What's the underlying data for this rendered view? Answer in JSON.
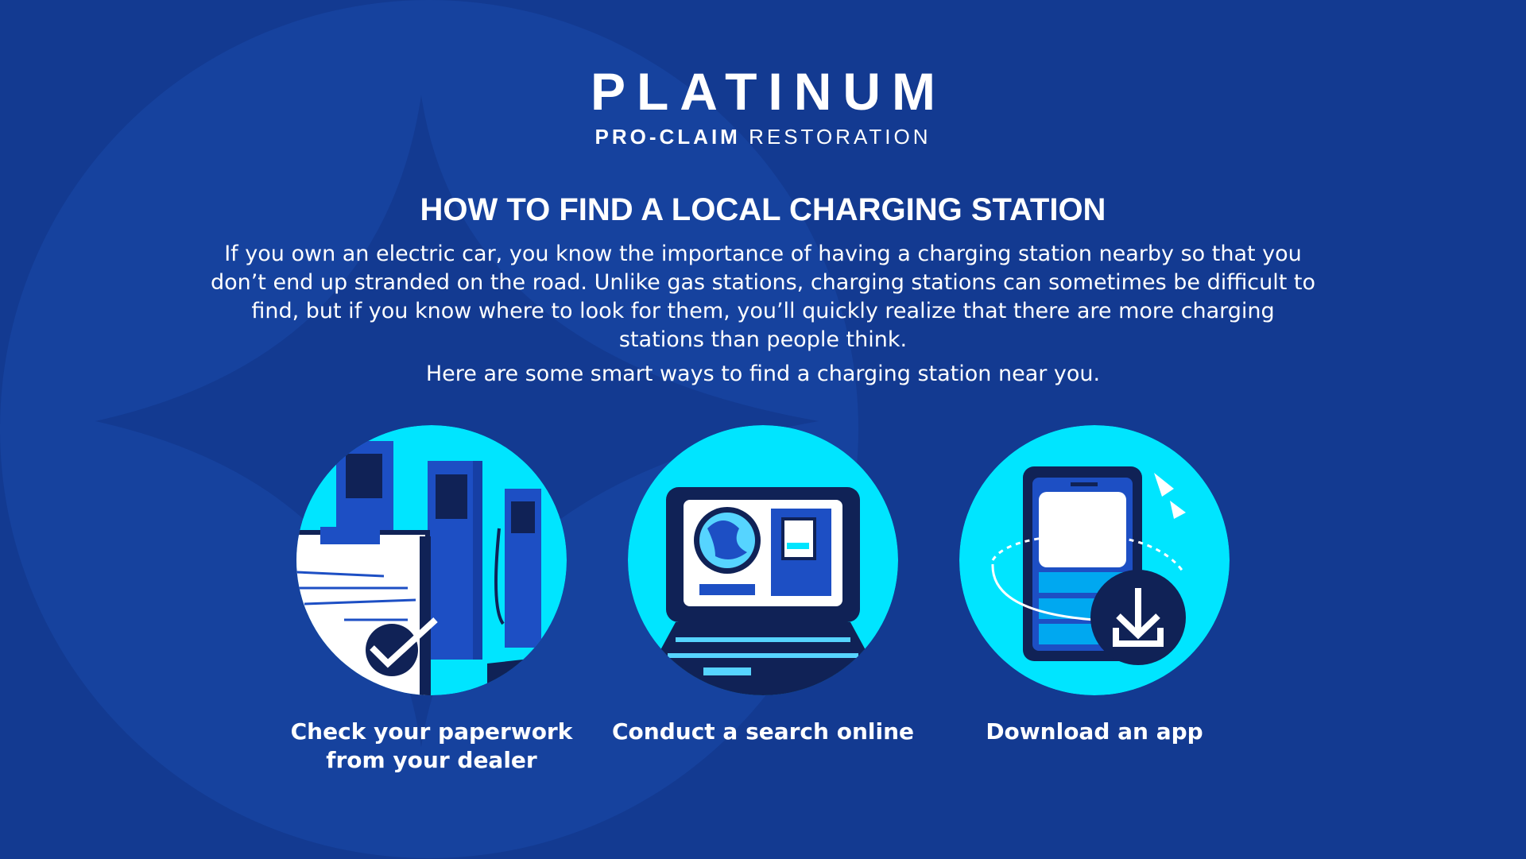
{
  "brand": {
    "name": "PLATINUM",
    "sub_bold": "PRO-CLAIM",
    "sub_light": "RESTORATION"
  },
  "headline": "HOW TO FIND A LOCAL CHARGING STATION",
  "intro": "If you own an electric car, you know the importance of having a charging station nearby so that you don’t end up stranded on the road. Unlike gas stations, charging stations can sometimes be difficult to find, but if you know where to look for them, you’ll quickly realize that there are more charging stations than people think.",
  "intro2": "Here are some smart ways to find a charging station near you.",
  "cards": [
    {
      "caption_line1": "Check your paperwork",
      "caption_line2": "from your dealer",
      "icon": "charging-stations-paperwork-icon"
    },
    {
      "caption_line1": "Conduct a search online",
      "caption_line2": "",
      "icon": "laptop-search-icon"
    },
    {
      "caption_line1": "Download an app",
      "caption_line2": "",
      "icon": "phone-download-icon"
    }
  ],
  "colors": {
    "background": "#133a91",
    "circle": "#00e5ff",
    "deco": "#1a49a8",
    "navy": "#102256",
    "blue": "#1d4fc4"
  }
}
